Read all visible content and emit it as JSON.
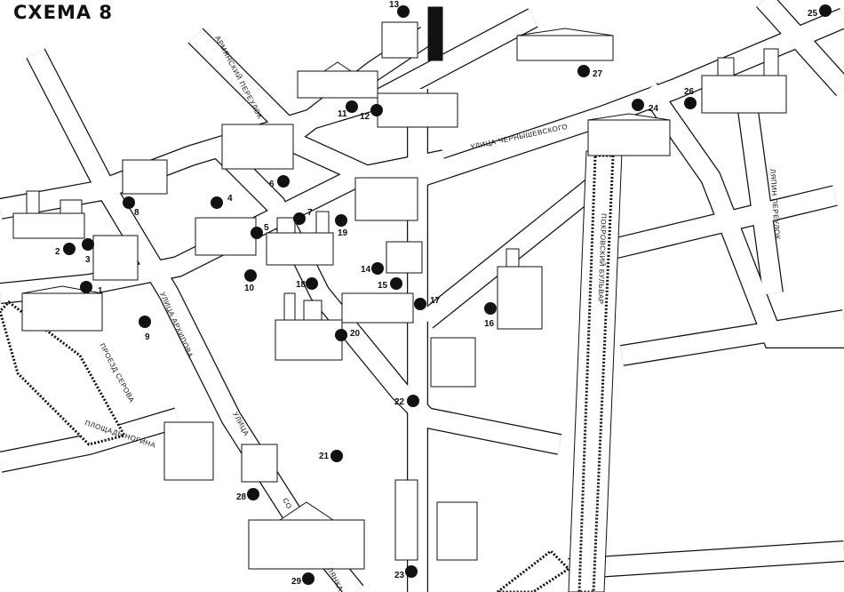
{
  "title": "СХЕМА 8",
  "streets": {
    "armyansky": "АРМЯНСКИЙ ПЕРЕУЛОК",
    "chernyshevskogo": "УЛИЦА ЧЕРНЫШЕВСКОГО",
    "arkhipova": "УЛИЦА АРХИПОВА",
    "serova": "ПРОЕЗД СЕРОВА",
    "nogina": "ПЛОЩАДЬ НОГИНА",
    "ulitsa": "УЛИЦА",
    "so": "СО",
    "lyanka": "ЛЯНКА",
    "pokrovsky": "ПОКРОВСКИЙ БУЛЬВАР",
    "lyapin": "ЛЯПИН ПЕРЕУЛОК"
  },
  "markers": [
    "1",
    "2",
    "3",
    "4",
    "5",
    "6",
    "7",
    "8",
    "9",
    "10",
    "11",
    "12",
    "13",
    "14",
    "15",
    "16",
    "17",
    "18",
    "19",
    "20",
    "21",
    "22",
    "23",
    "24",
    "25",
    "26",
    "27",
    "28",
    "29"
  ],
  "colors": {
    "ink": "#111111",
    "paper": "#ffffff"
  }
}
